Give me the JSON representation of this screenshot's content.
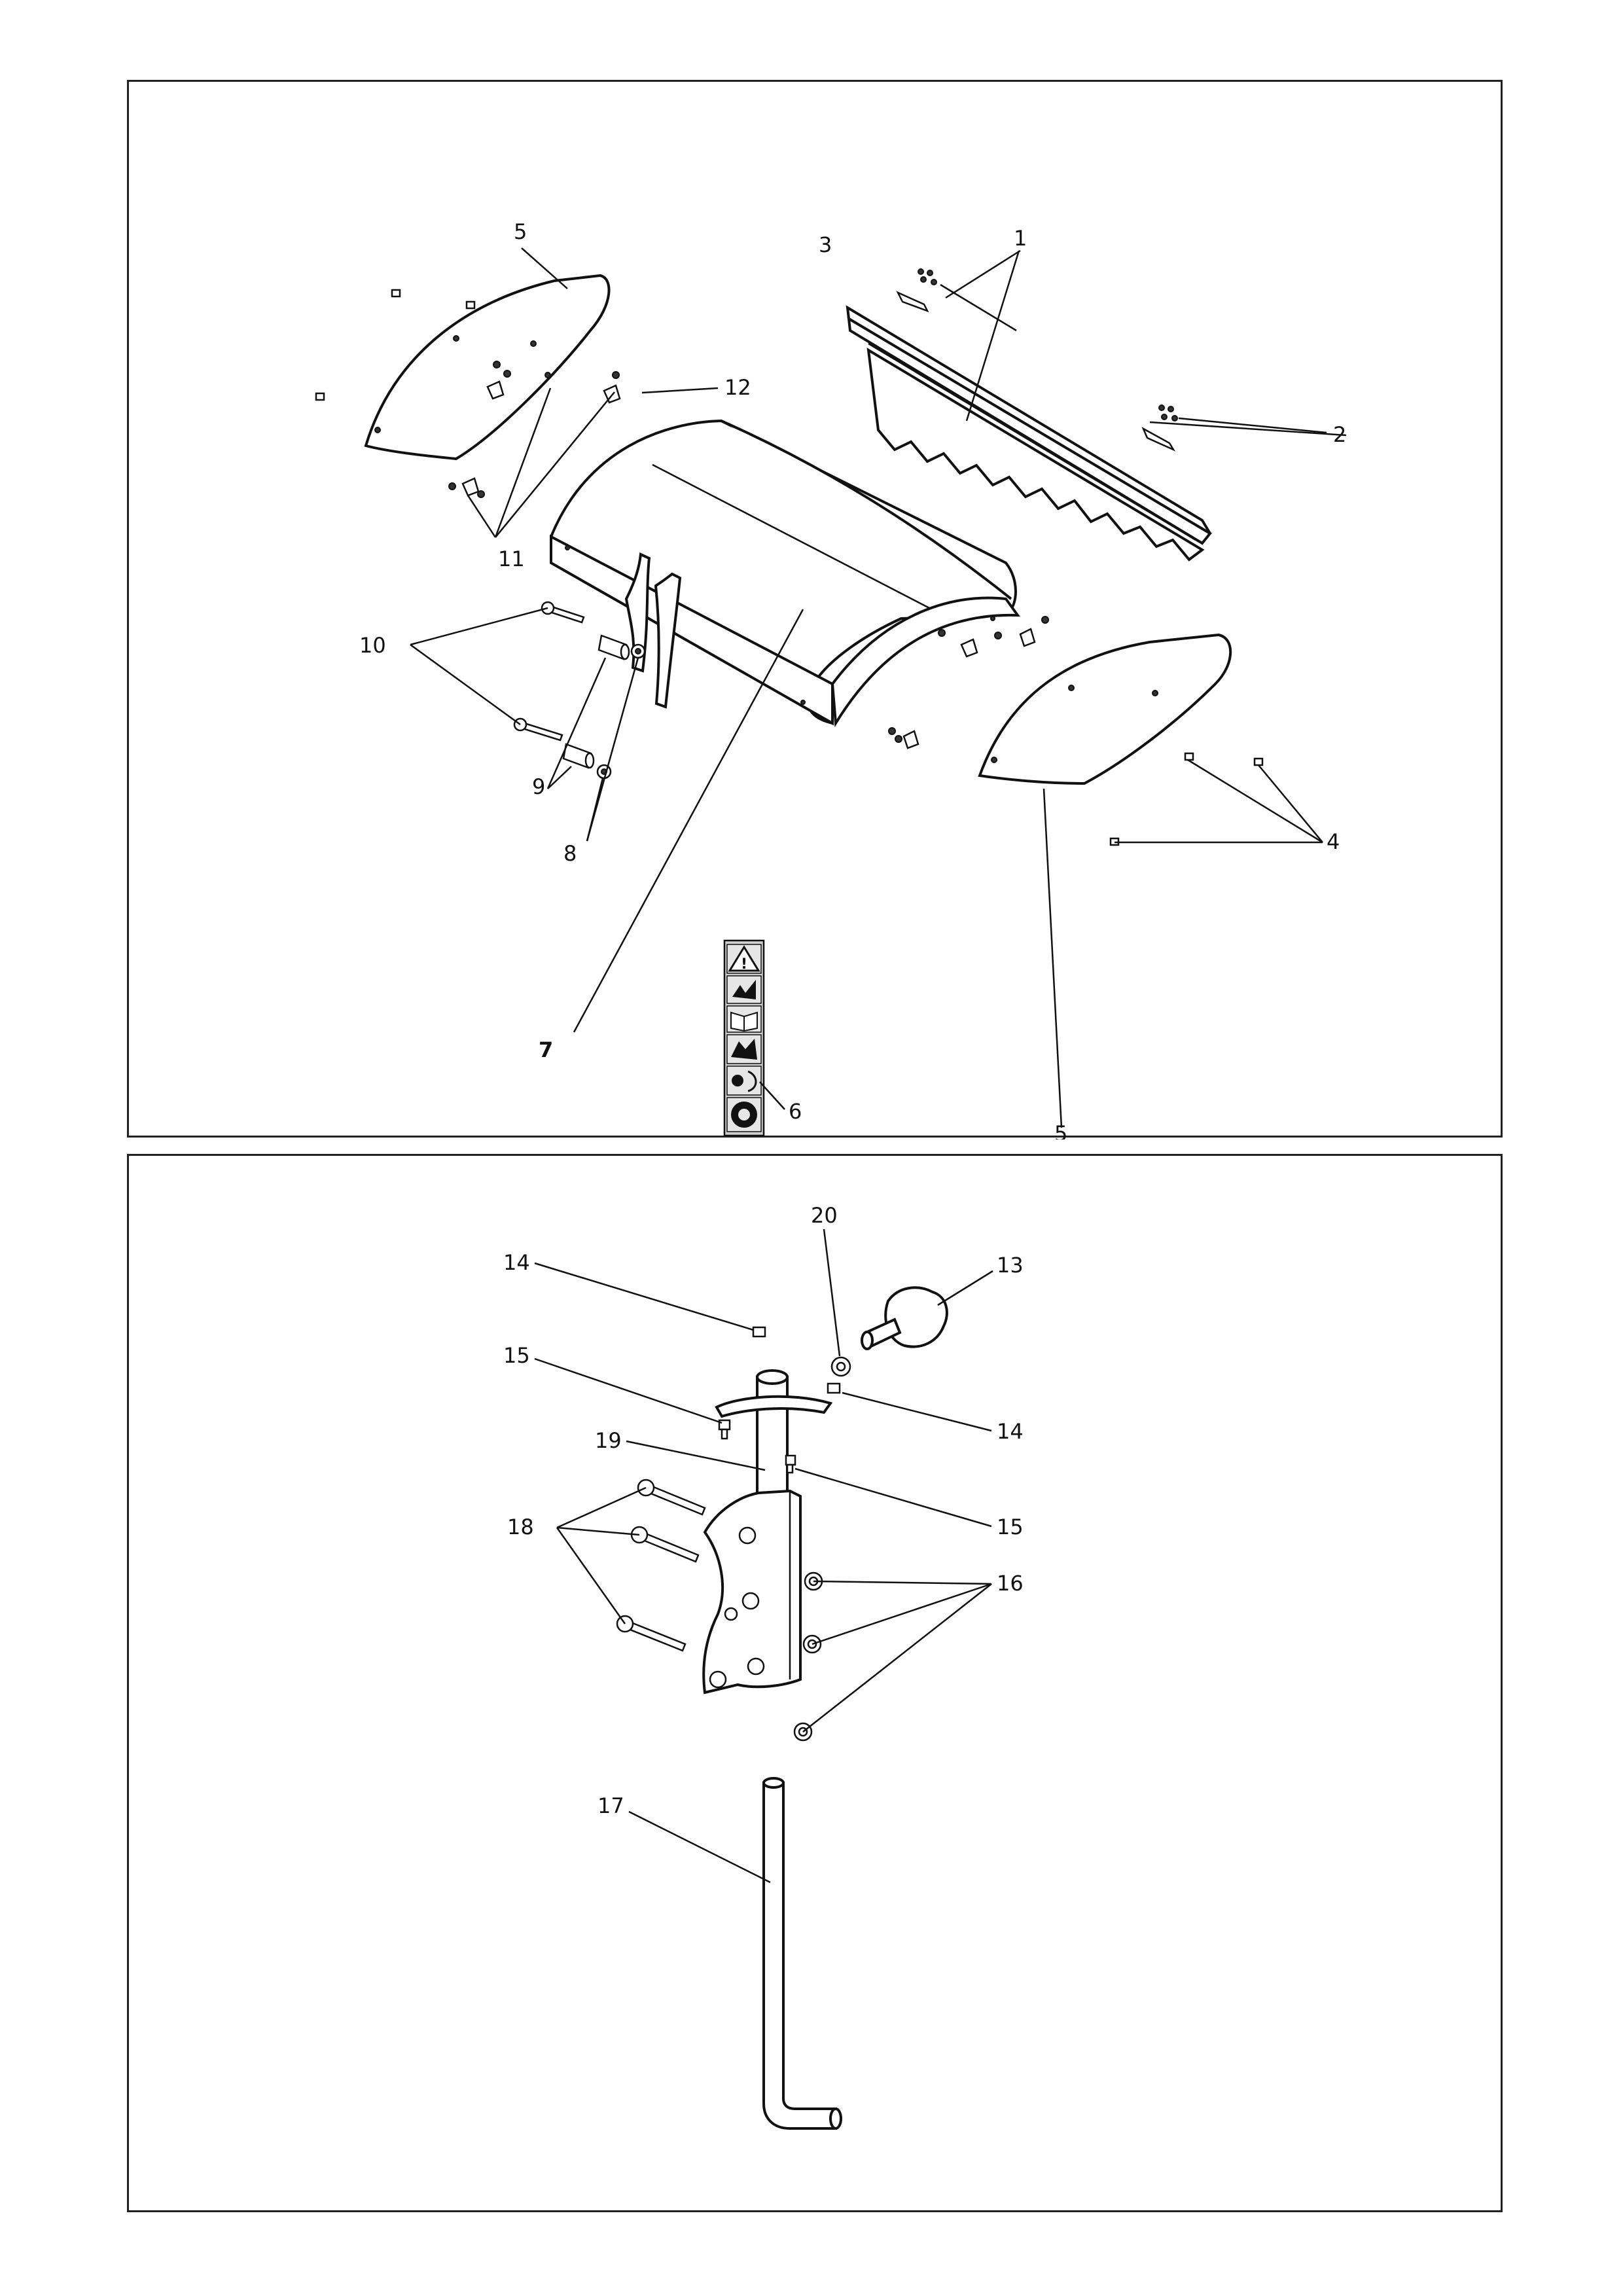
{
  "top_panel": {
    "labels": {
      "p1": "1",
      "p2": "2",
      "p3": "3",
      "p4": "4",
      "p5a": "5",
      "p5b": "5",
      "p6": "6",
      "p7": "7",
      "p8": "8",
      "p9": "9",
      "p10": "10",
      "p11": "11",
      "p12": "12"
    },
    "warning_decal_icons": [
      "warning-triangle-icon",
      "cutting-hazard-icon",
      "read-manual-icon",
      "hand-hazard-icon",
      "keep-distance-icon",
      "ear-protection-icon"
    ]
  },
  "bottom_panel": {
    "labels": {
      "p13": "13",
      "p14a": "14",
      "p14b": "14",
      "p15a": "15",
      "p15b": "15",
      "p16": "16",
      "p17": "17",
      "p18": "18",
      "p19": "19",
      "p20": "20"
    }
  }
}
